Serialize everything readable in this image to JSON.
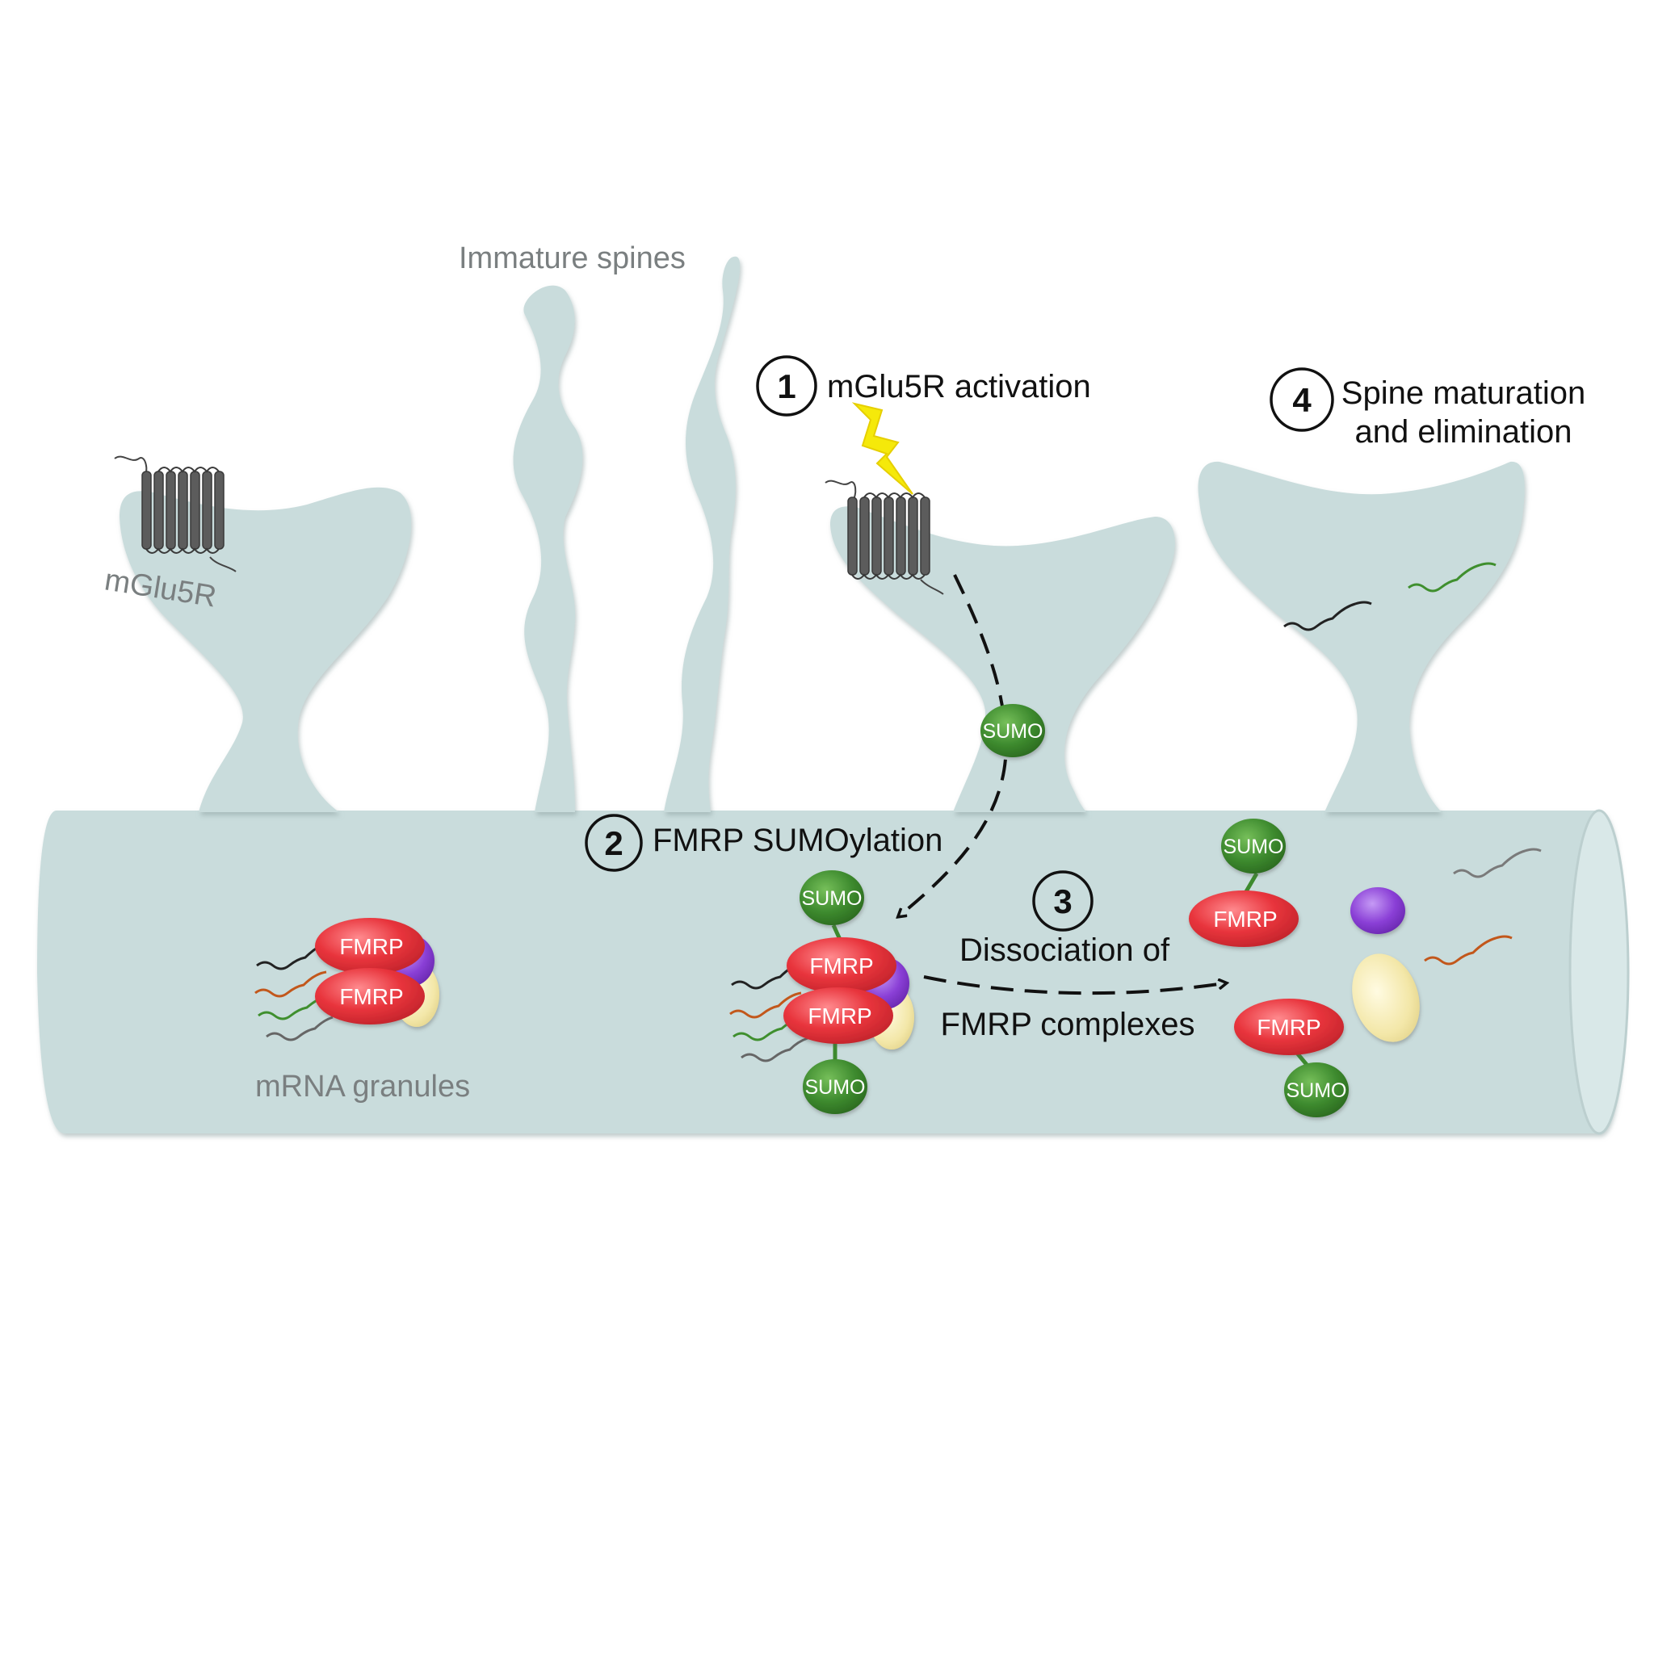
{
  "labels": {
    "immature_spines": "Immature spines",
    "mglu5r": "mGlu5R",
    "mrna_granules": "mRNA granules"
  },
  "steps": [
    {
      "number": "1",
      "text": "mGlu5R activation"
    },
    {
      "number": "2",
      "text": "FMRP SUMOylation"
    },
    {
      "number": "3",
      "line1": "Dissociation of",
      "line2": "FMRP complexes"
    },
    {
      "number": "4",
      "line1": "Spine maturation",
      "line2": "and elimination"
    }
  ],
  "proteins": {
    "fmrp": "FMRP",
    "sumo": "SUMO"
  },
  "colors": {
    "cell": "#c9dcdc",
    "cell_edge": "#b4c9c9",
    "fmrp": "#e8343c",
    "sumo": "#3d8a2e",
    "purple": "#8a3fd6",
    "cream": "#f3e7a8",
    "receptor": "#5c5c5c",
    "lightning": "#f5e90a"
  }
}
